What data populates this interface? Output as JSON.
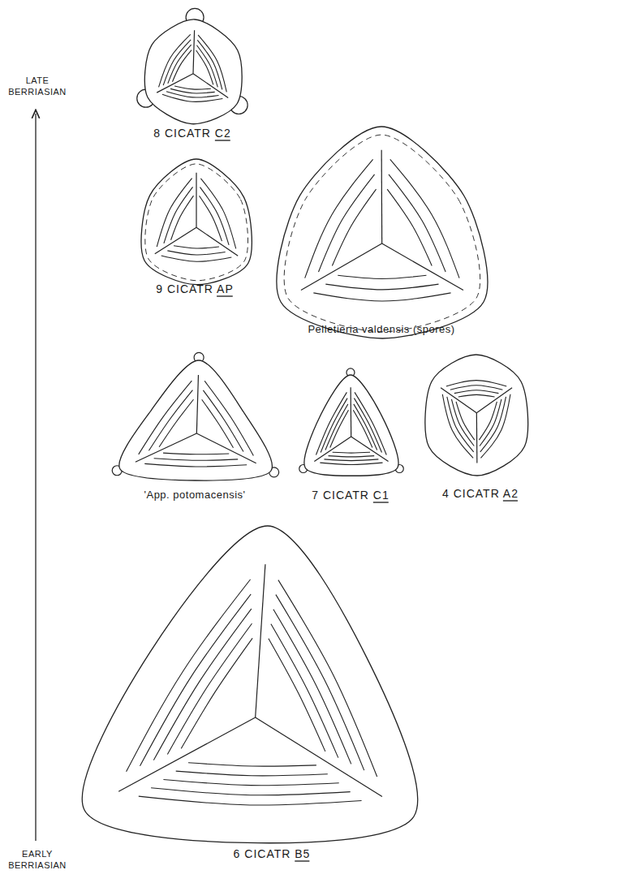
{
  "diagram": {
    "labels": [
      "LATE BERRIASIAN",
      "8 CICATR C2",
      "9 CICATR AP",
      "Pelletieria valdensis (spores)",
      "'App. potomacensis'",
      "7 CICATR C1",
      "4 CICATR A2",
      "EARLY BERRIASIAN",
      "6 CICATR B5"
    ]
  }
}
